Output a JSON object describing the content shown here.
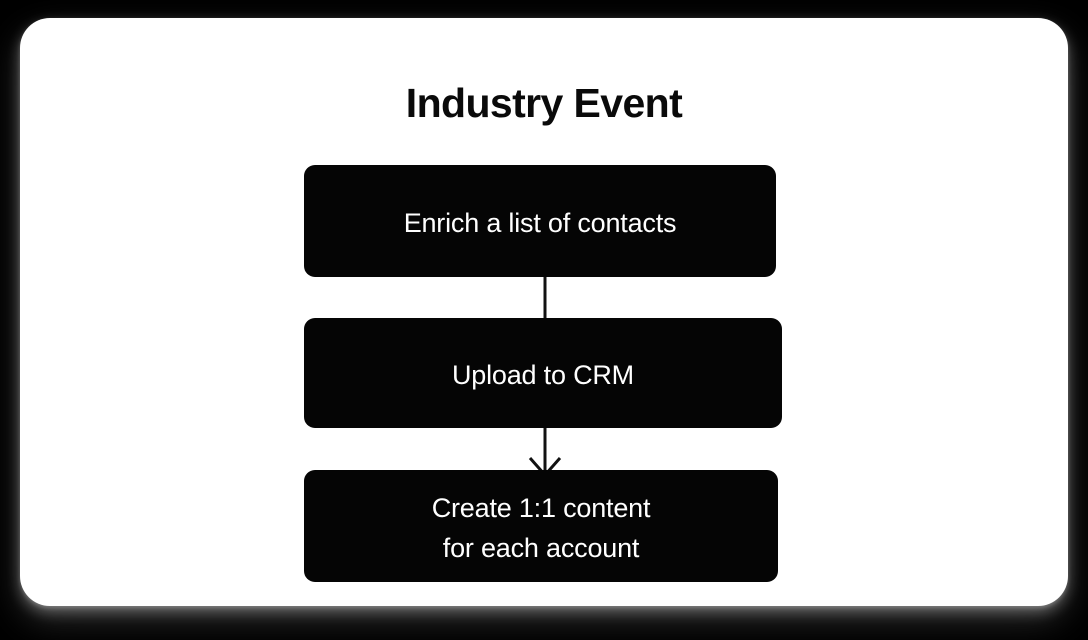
{
  "card": {
    "background_color": "#ffffff",
    "page_background_color": "#000000"
  },
  "diagram": {
    "title": "Industry Event",
    "node_fill_color": "#050505",
    "node_text_color": "#ffffff",
    "connector_color": "#111111",
    "nodes": [
      {
        "id": "node-1",
        "label": "Enrich a list of contacts",
        "lines": [
          "Enrich a list of contacts"
        ]
      },
      {
        "id": "node-2",
        "label": "Upload to CRM",
        "lines": [
          "Upload to CRM"
        ]
      },
      {
        "id": "node-3",
        "label": "Create 1:1 content for each account",
        "lines": [
          "Create 1:1 content",
          "for each account"
        ]
      }
    ],
    "connectors": [
      {
        "id": "connector-1",
        "from": "node-1",
        "to": "node-2",
        "arrowhead": "none",
        "icon": "vertical-line-icon"
      },
      {
        "id": "connector-2",
        "from": "node-2",
        "to": "node-3",
        "arrowhead": "chevron-down",
        "icon": "arrow-down-icon"
      }
    ]
  }
}
